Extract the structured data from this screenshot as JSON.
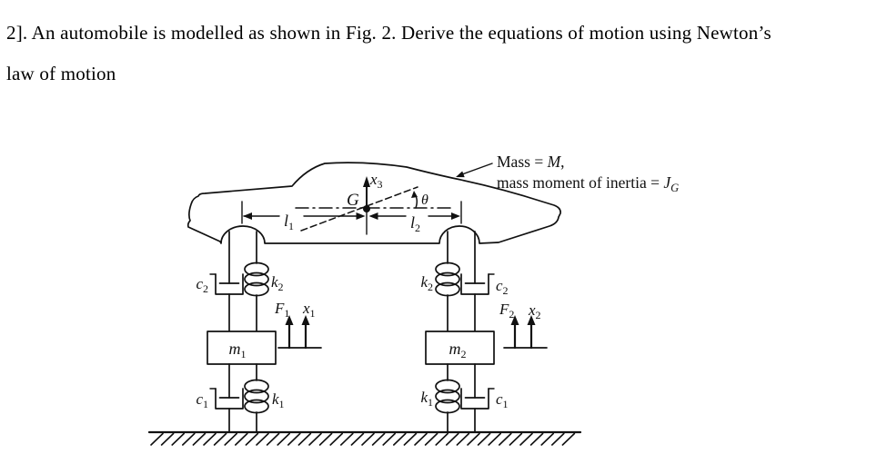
{
  "problem": {
    "line1": "2]. An automobile is modelled as shown in Fig. 2. Derive the equations of motion using Newton’s",
    "line2": "law of motion"
  },
  "figure": {
    "callout": {
      "mass_prefix": "Mass = ",
      "mass_symbol": "M",
      "mass_suffix": ",",
      "inertia_prefix": "mass moment of inertia = ",
      "inertia_symbol": "J",
      "inertia_sub": "G"
    },
    "labels": {
      "G": "G",
      "theta": "θ",
      "x3": {
        "main": "x",
        "sub": "3"
      },
      "l1": {
        "main": "l",
        "sub": "1"
      },
      "l2": {
        "main": "l",
        "sub": "2"
      },
      "k1": {
        "main": "k",
        "sub": "1"
      },
      "k2": {
        "main": "k",
        "sub": "2"
      },
      "c1": {
        "main": "c",
        "sub": "1"
      },
      "c2": {
        "main": "c",
        "sub": "2"
      },
      "m1": {
        "main": "m",
        "sub": "1"
      },
      "m2": {
        "main": "m",
        "sub": "2"
      },
      "F1": {
        "main": "F",
        "sub": "1"
      },
      "F2": {
        "main": "F",
        "sub": "2"
      },
      "x1": {
        "main": "x",
        "sub": "1"
      },
      "x2": {
        "main": "x",
        "sub": "2"
      }
    }
  }
}
